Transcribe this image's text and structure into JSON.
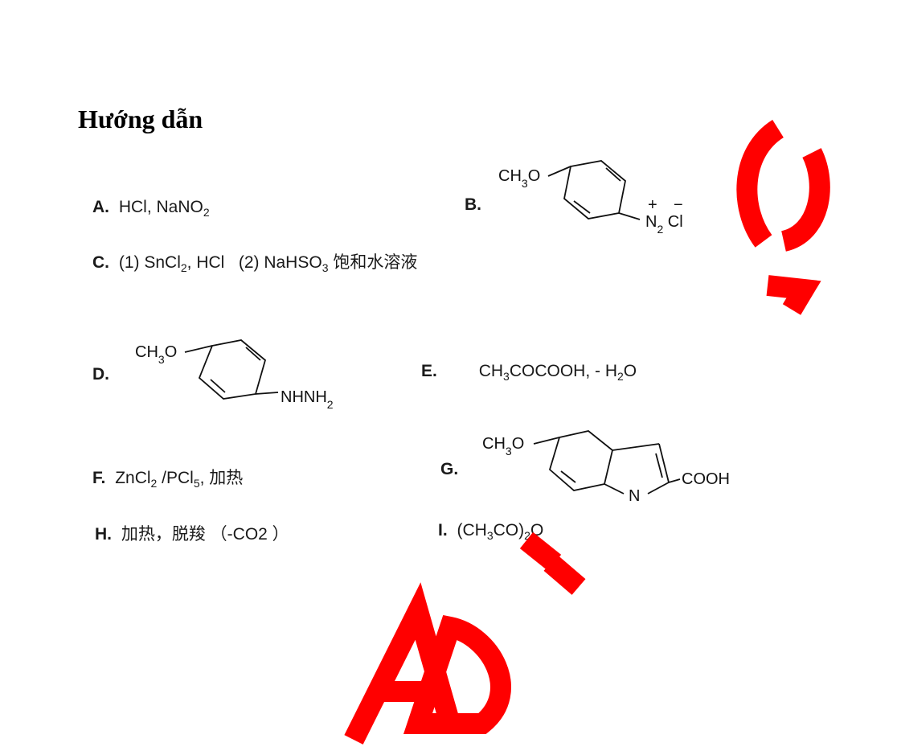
{
  "heading": "Hướng dẫn",
  "items": {
    "A": {
      "label": "A.",
      "html": "HCl, NaNO<sub>2</sub>"
    },
    "B": {
      "label": "B.",
      "sub": "CH<tspan baseline-shift=\"sub\" font-size=\"14\">3</tspan>O",
      "tail": "N<tspan baseline-shift=\"sub\" font-size=\"14\">2</tspan> Cl"
    },
    "C": {
      "label": "C.",
      "html": "(1) SnCl<sub>2</sub>, HCl &nbsp; (2) NaHSO<sub>3</sub> 饱和水溶液"
    },
    "D": {
      "label": "D.",
      "tail": "NHNH<tspan baseline-shift=\"sub\" font-size=\"14\">2</tspan>"
    },
    "E": {
      "label": "E.",
      "html": "CH<sub>3</sub>COCOOH, - H<sub>2</sub>O"
    },
    "F": {
      "label": "F.",
      "html": "ZnCl<sub>2</sub> /PCl<sub>5</sub>, 加热"
    },
    "G": {
      "label": "G.",
      "tail": "COOH",
      "n": "N"
    },
    "H": {
      "label": "H.",
      "html": "加热，脱羧 （-CO2 ）"
    },
    "I": {
      "label": "I.",
      "html": "(CH<sub>3</sub>CO)<sub>2</sub>O"
    }
  },
  "substituent": "CH3O",
  "charges": {
    "plus": "+",
    "minus": "−"
  },
  "colors": {
    "text": "#111111",
    "watermark": "#ff0000"
  }
}
